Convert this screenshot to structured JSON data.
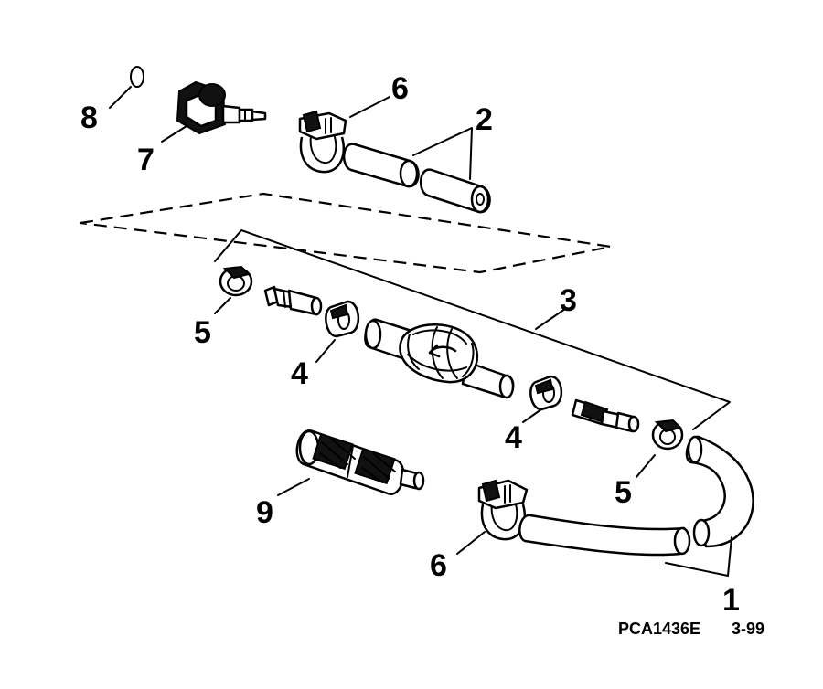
{
  "callouts": {
    "c1": "1",
    "c2": "2",
    "c3": "3",
    "c4a": "4",
    "c4b": "4",
    "c5a": "5",
    "c5b": "5",
    "c6a": "6",
    "c6b": "6",
    "c7": "7",
    "c8": "8",
    "c9": "9"
  },
  "footer": {
    "part_code": "PCA1436E",
    "date": "3-99"
  }
}
